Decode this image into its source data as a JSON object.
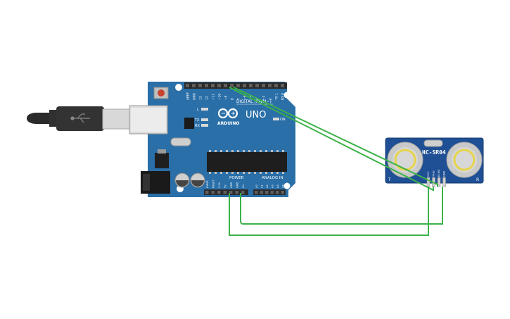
{
  "arduino": {
    "logo_text": "ARDUINO",
    "model": "UNO",
    "digital_label": "DIGITAL (PWM~)",
    "power_label": "POWER",
    "analog_label": "ANALOG IN",
    "led_l": "L",
    "led_tx": "TX",
    "led_rx": "RX",
    "led_on": "ON",
    "aref": "AREF",
    "gnd": "GND",
    "digital_pins": [
      "13",
      "12",
      "~11",
      "~10",
      "~9",
      "8",
      "7",
      "~6",
      "~5",
      "4",
      "~3",
      "2",
      "TX 1",
      "RX 0"
    ],
    "power_pins": [
      "IOREF",
      "RESET",
      "3.3V",
      "5V",
      "GND",
      "GND",
      "Vin"
    ],
    "analog_pins": [
      "A0",
      "A1",
      "A2",
      "A3",
      "A4",
      "A5"
    ]
  },
  "sensor": {
    "name": "HC-SR04",
    "pins": [
      "VCC",
      "TRIG",
      "ECHO",
      "GND"
    ],
    "left_mark": "T",
    "right_mark": "R"
  },
  "colors": {
    "board": "#2a6fa8",
    "board_dark": "#1d5a8e",
    "header": "#2b2b2b",
    "wire": "#3cb24a",
    "sensor_board": "#1f4f94",
    "transducer": "#c9c9c9",
    "transducer_core": "#e6d44b"
  }
}
